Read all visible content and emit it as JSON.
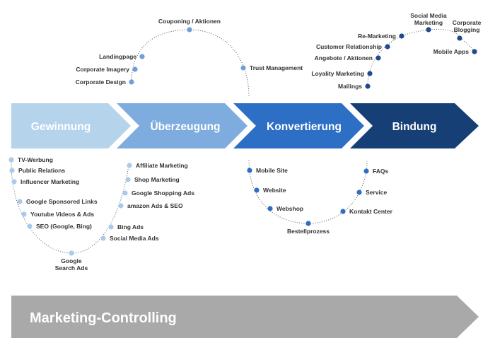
{
  "colors": {
    "gewinnung": "#b6d3ec",
    "ueberzeugung": "#7facde",
    "konvertierung": "#2d6fc5",
    "bindung": "#163f76",
    "controlling": "#a9a9a9",
    "dot_light": "#a9cbe9",
    "dot_mid": "#6e9fd7",
    "dot_conv": "#2d6fc5",
    "dot_bind": "#1d4b8c"
  },
  "stages": [
    {
      "label": "Gewinnung"
    },
    {
      "label": "Überzeugung"
    },
    {
      "label": "Konvertierung"
    },
    {
      "label": "Bindung"
    }
  ],
  "controlling": {
    "label": "Marketing-Controlling"
  },
  "gewinnung_items": [
    {
      "label": "TV-Werbung"
    },
    {
      "label": "Public Relations"
    },
    {
      "label": "Influencer Marketing"
    },
    {
      "label": "Google Sponsored Links"
    },
    {
      "label": "Youtube Videos & Ads"
    },
    {
      "label": "SEO (Google, Bing)"
    },
    {
      "label": "Google",
      "label2": "Search Ads"
    },
    {
      "label": "Social Media Ads"
    },
    {
      "label": "Bing Ads"
    },
    {
      "label": "amazon Ads & SEO"
    },
    {
      "label": "Google Shopping Ads"
    },
    {
      "label": "Shop Marketing"
    },
    {
      "label": "Affiliate Marketing"
    }
  ],
  "ueberzeugung_items": [
    {
      "label": "Corporate Design"
    },
    {
      "label": "Corporate Imagery"
    },
    {
      "label": "Landingpage"
    },
    {
      "label": "Couponing / Aktionen"
    },
    {
      "label": "Trust Management"
    }
  ],
  "konvertierung_items": [
    {
      "label": "Mobile Site"
    },
    {
      "label": "Website"
    },
    {
      "label": "Webshop"
    },
    {
      "label": "Bestellprozess"
    },
    {
      "label": "Kontakt Center"
    },
    {
      "label": "Service"
    },
    {
      "label": "FAQs"
    }
  ],
  "bindung_items": [
    {
      "label": "Mailings"
    },
    {
      "label": "Loyality Marketing"
    },
    {
      "label": "Angebote / Aktionen"
    },
    {
      "label": "Customer Relationship"
    },
    {
      "label": "Re-Marketing"
    },
    {
      "label": "Social Media",
      "label2": "Marketing"
    },
    {
      "label": "Corporate",
      "label2": "Blogging"
    },
    {
      "label": "Mobile Apps"
    }
  ]
}
